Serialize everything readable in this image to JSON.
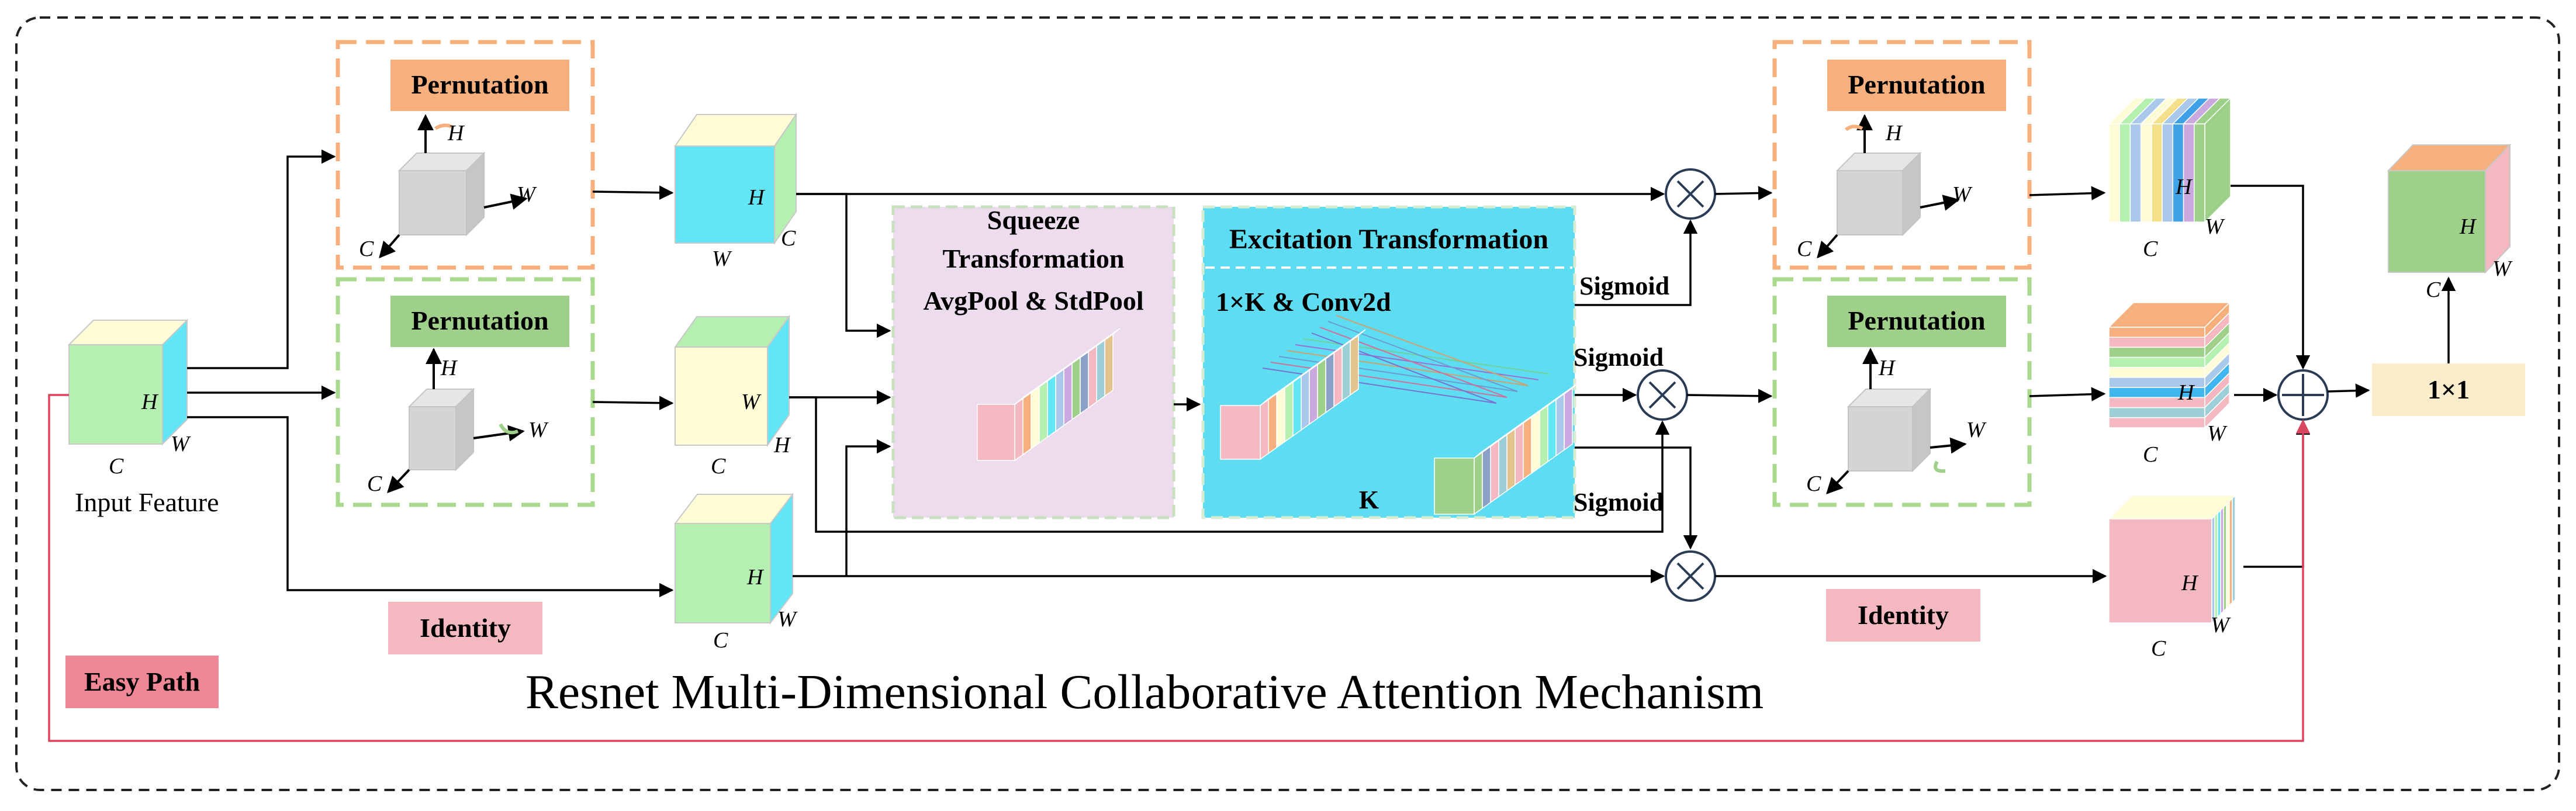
{
  "title": "Resnet Multi-Dimensional Collaborative Attention Mechanism",
  "input_label": "Input Feature",
  "permutation_label": "Pernutation",
  "identity_label": "Identity",
  "easy_path_label": "Easy Path",
  "squeeze": {
    "line1": "Squeeze",
    "line2": "Transformation",
    "line3": "AvgPool & StdPool"
  },
  "excitation": {
    "title": "Excitation Transformation",
    "sub": "1×K & Conv2d",
    "k": "K"
  },
  "sigmoid": "Sigmoid",
  "conv_label": "1×1",
  "axes": {
    "c": "C",
    "h": "H",
    "w": "W"
  },
  "colors": {
    "orange": "#f5b07d",
    "green": "#9ed08a",
    "pink": "#f3b8c0",
    "cyan": "#62e5f5",
    "paleyellow": "#fdfcd6",
    "palegreen": "#b5f0b0",
    "gray": "#d4d4d4",
    "squeeze_bg": "#ecdcee",
    "excite_bg": "#5eddf2",
    "conv_bg": "#fbeccc",
    "easy_red": "#ef8796",
    "path_red": "#d9465f"
  }
}
